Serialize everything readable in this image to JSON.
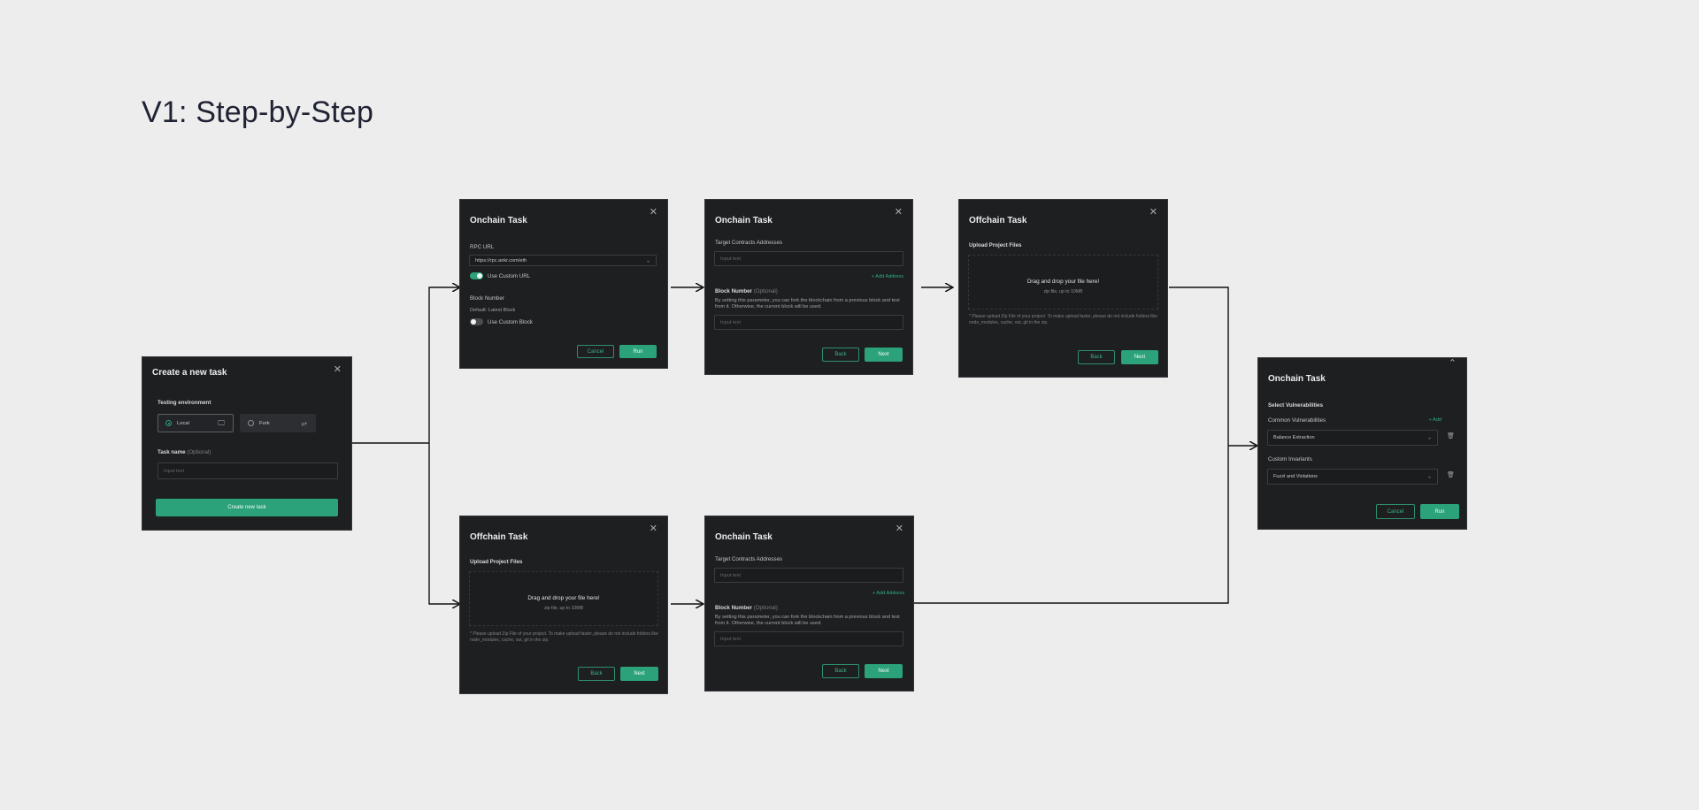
{
  "page": {
    "title": "V1: Step-by-Step"
  },
  "colors": {
    "accent": "#2ba27a",
    "panel": "#1e1f21",
    "canvas": "#ededed"
  },
  "create": {
    "title": "Create a new task",
    "env_label": "Testing environment",
    "opt_local": "Local",
    "opt_fork": "Fork",
    "task_name_label": "Task name",
    "optional": "(Optional)",
    "placeholder": "Input text",
    "create_btn": "Create new task"
  },
  "onchain1": {
    "title": "Onchain Task",
    "rpc_label": "RPC URL",
    "rpc_value": "https://rpc.ankr.com/eth",
    "use_custom_url": "Use Custom URL",
    "block_label": "Block Number",
    "block_default": "Default: Latest Block",
    "use_custom_block": "Use Custom Block",
    "cancel": "Cancel",
    "run": "Run"
  },
  "onchain2": {
    "title": "Onchain Task",
    "target_label": "Target Contracts Addresses",
    "placeholder": "Input text",
    "add_address": "+ Add Address",
    "block_label": "Block Number",
    "optional": "(Optional)",
    "block_desc": "By setting this parameter, you can fork the blockchain from a previous block and test from it. Otherwise, the current block will be used.",
    "back": "Back",
    "next": "Next"
  },
  "offchain1": {
    "title": "Offchain Task",
    "upload_label": "Upload Project Files",
    "drop_text": "Drag and drop your file here!",
    "drop_hint": "zip file, up to 10MB",
    "note": "* Please upload Zip File of your project. To make upload faster, please do not include folders like node_modules, cache, out, git in the zip.",
    "back": "Back",
    "next": "Next"
  },
  "vulns": {
    "title": "Onchain Task",
    "select_label": "Select Vulnerabilities",
    "common_label": "Common Vulnerabilities",
    "add": "+ Add",
    "common_value": "Balance Extraction",
    "custom_label": "Custom Invariants",
    "custom_value": "Fuzzl and Violations",
    "cancel": "Cancel",
    "run": "Run"
  },
  "offchain2": {
    "title": "Offchain Task",
    "upload_label": "Upload Project Files",
    "drop_text": "Drag and drop your file here!",
    "drop_hint": "zip file, up to 10MB",
    "note": "* Please upload Zip File of your project. To make upload faster, please do not include folders like node_modules, cache, out, git in the zip.",
    "back": "Back",
    "next": "Next"
  },
  "onchain3": {
    "title": "Onchain Task",
    "target_label": "Target Contracts Addresses",
    "placeholder": "Input text",
    "add_address": "+ Add Address",
    "block_label": "Block Number",
    "optional": "(Optional)",
    "block_desc": "By setting this parameter, you can fork the blockchain from a previous block and test from it. Otherwise, the current block will be used.",
    "back": "Back",
    "next": "Next"
  }
}
